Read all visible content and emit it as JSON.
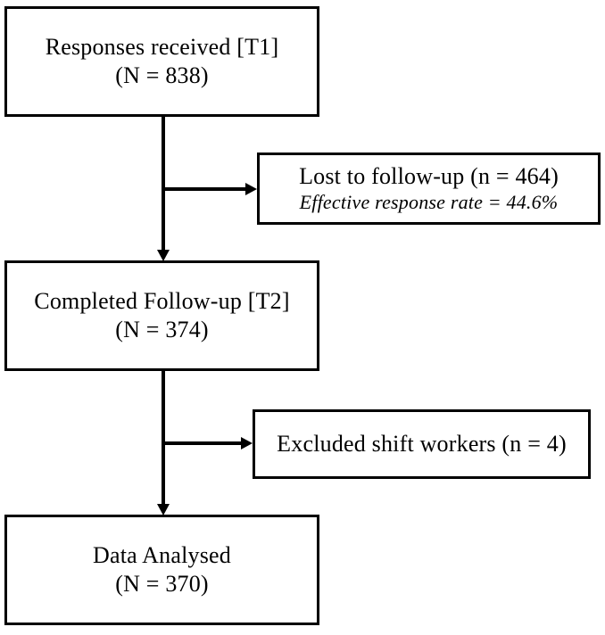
{
  "figure": {
    "type": "flowchart",
    "orientation": "vertical",
    "background_color": "#ffffff",
    "line_color": "#000000",
    "text_color": "#000000"
  },
  "nodes": [
    {
      "id": "responses-received",
      "line1": "Responses received [T1]",
      "line2": "(N = 838)",
      "italic_line2": false
    },
    {
      "id": "lost-to-followup",
      "line1": "Lost to follow-up  (n = 464)",
      "line2": "Effective response rate = 44.6%",
      "italic_line2": true
    },
    {
      "id": "completed-followup",
      "line1": "Completed Follow-up [T2]",
      "line2": "(N = 374)",
      "italic_line2": false
    },
    {
      "id": "excluded-shift-workers",
      "line1": "Excluded shift workers (n = 4)",
      "line2": "",
      "italic_line2": false
    },
    {
      "id": "data-analysed",
      "line1": "Data Analysed",
      "line2": "(N = 370)",
      "italic_line2": false
    }
  ],
  "connectors": [
    {
      "id": "responses-to-completed",
      "from": "responses-received",
      "to": "completed-followup",
      "direction": "down"
    },
    {
      "id": "responses-to-lost",
      "from": "responses-received",
      "to": "lost-to-followup",
      "direction": "right"
    },
    {
      "id": "completed-to-analysed",
      "from": "completed-followup",
      "to": "data-analysed",
      "direction": "down"
    },
    {
      "id": "completed-to-excluded",
      "from": "completed-followup",
      "to": "excluded-shift-workers",
      "direction": "right"
    }
  ]
}
